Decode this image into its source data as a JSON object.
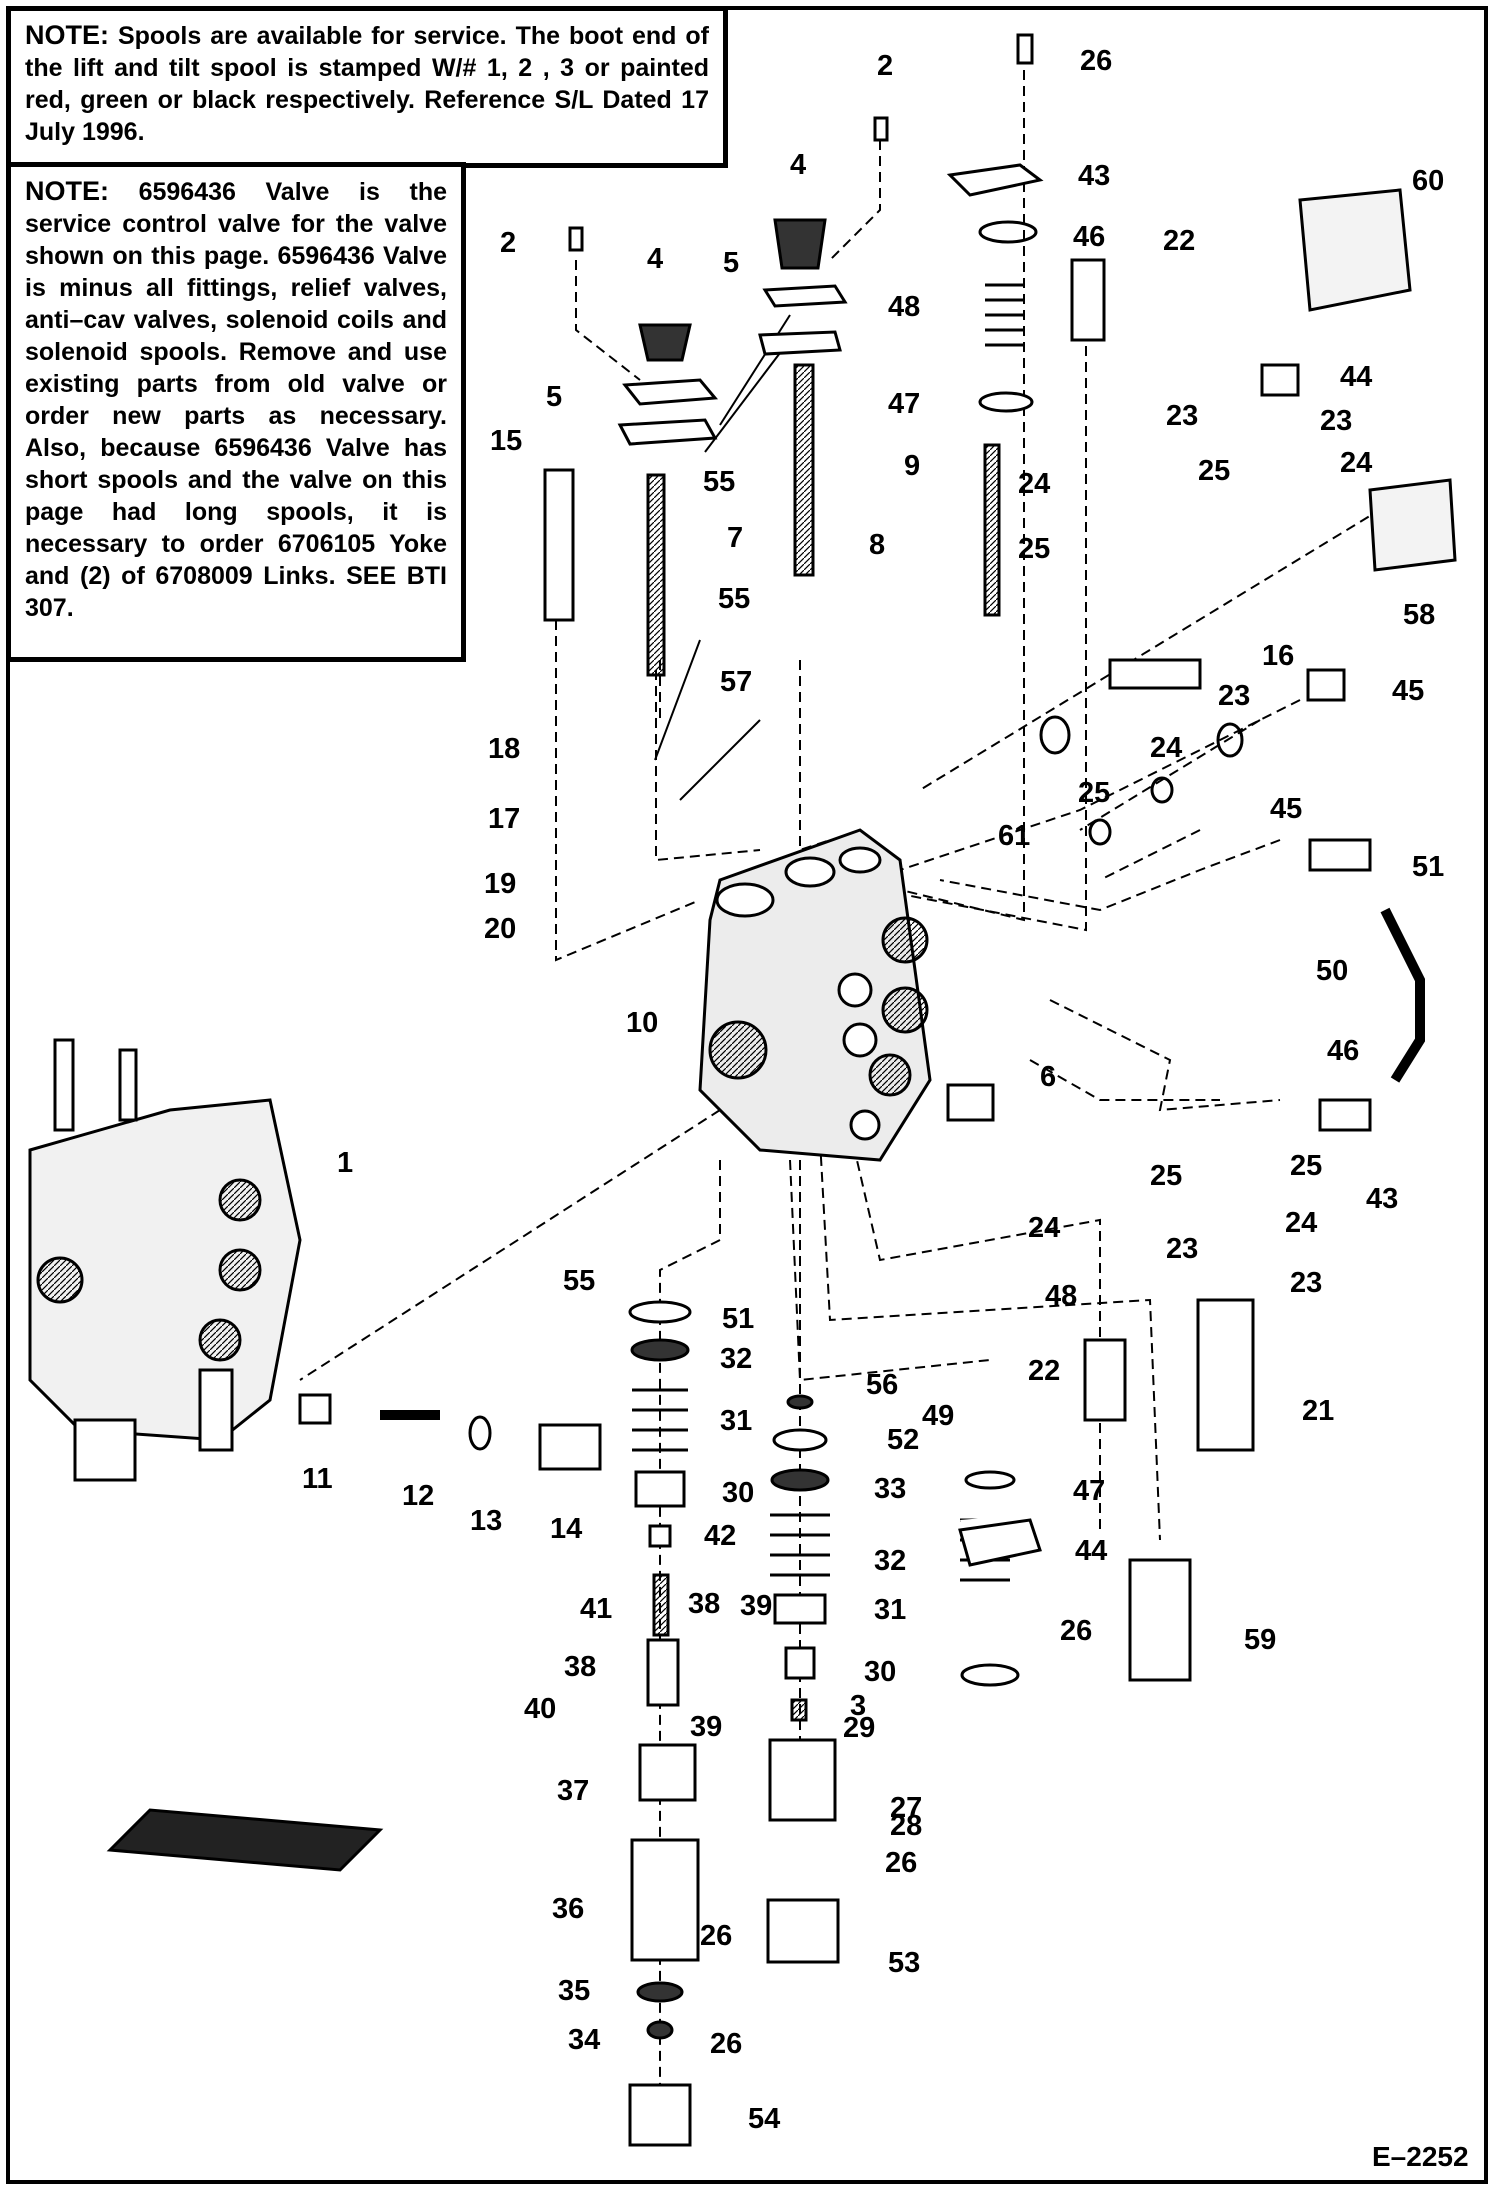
{
  "notes": {
    "note1": {
      "lead": "NOTE:",
      "text": "Spools are available for service. The boot end of the lift and tilt spool is stamped W/# 1, 2 , 3 or painted red, green or black respectively. Reference S/L Dated 17 July 1996."
    },
    "note2": {
      "lead": "NOTE:",
      "text": "6596436 Valve is the service control valve for the valve shown on this page. 6596436 Valve is minus all fittings, relief valves, anti–cav valves, solenoid coils and solenoid spools. Remove and use existing parts from old valve or order new parts as necessary. Also, because 6596436 Valve has short spools and the valve on this page had long spools, it is necessary to order 6706105 Yoke and (2) of 6708009 Links. SEE BTI 307."
    }
  },
  "drawing_code": "E–2252",
  "callouts": [
    "1",
    "2",
    "2",
    "3",
    "4",
    "4",
    "5",
    "5",
    "6",
    "7",
    "8",
    "9",
    "10",
    "11",
    "12",
    "13",
    "14",
    "15",
    "16",
    "17",
    "18",
    "19",
    "20",
    "21",
    "22",
    "22",
    "23",
    "23",
    "23",
    "23",
    "23",
    "24",
    "24",
    "24",
    "24",
    "24",
    "25",
    "25",
    "25",
    "25",
    "25",
    "26",
    "26",
    "26",
    "26",
    "26",
    "27",
    "28",
    "29",
    "30",
    "30",
    "31",
    "31",
    "32",
    "32",
    "33",
    "34",
    "35",
    "36",
    "37",
    "38",
    "38",
    "39",
    "39",
    "40",
    "41",
    "42",
    "43",
    "43",
    "44",
    "44",
    "45",
    "45",
    "46",
    "46",
    "47",
    "47",
    "48",
    "48",
    "49",
    "50",
    "51",
    "51",
    "52",
    "53",
    "54",
    "55",
    "55",
    "55",
    "56",
    "57",
    "58",
    "59",
    "60",
    "61"
  ],
  "colors": {
    "ink": "#000000",
    "paper": "#ffffff",
    "shade": "#888888"
  }
}
